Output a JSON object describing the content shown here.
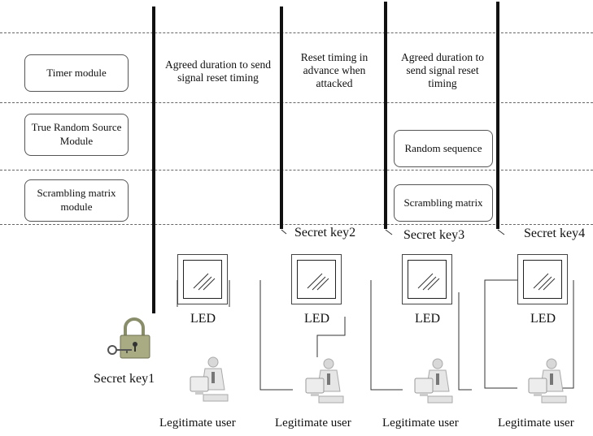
{
  "modules": {
    "timer": "Timer module",
    "trng": "True Random Source Module",
    "scrambling": "Scrambling matrix module"
  },
  "notes": {
    "col1": "Agreed duration to send signal reset timing",
    "col2": "Reset timing in advance when attacked",
    "col3": "Agreed duration to send signal reset timing"
  },
  "boxes": {
    "random_sequence": "Random sequence",
    "scrambling_matrix": "Scrambling matrix"
  },
  "keys": {
    "key1": "Secret key1",
    "key2": "Secret key2",
    "key3": "Secret key3",
    "key4": "Secret key4"
  },
  "led_label": "LED",
  "user_label": "Legitimate user",
  "icons": {
    "led": "led-panel-icon",
    "user": "computer-user-icon",
    "lock": "padlock-key-icon"
  }
}
